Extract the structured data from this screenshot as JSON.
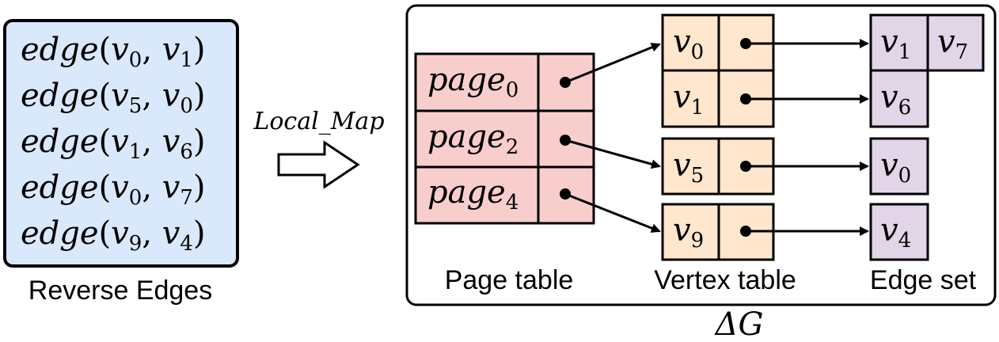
{
  "reverse_edges": {
    "items": [
      {
        "fn": "edge",
        "a": "v",
        "a_sub": "0",
        "b": "v",
        "b_sub": "1"
      },
      {
        "fn": "edge",
        "a": "v",
        "a_sub": "5",
        "b": "v",
        "b_sub": "0"
      },
      {
        "fn": "edge",
        "a": "v",
        "a_sub": "1",
        "b": "v",
        "b_sub": "6"
      },
      {
        "fn": "edge",
        "a": "v",
        "a_sub": "0",
        "b": "v",
        "b_sub": "7"
      },
      {
        "fn": "edge",
        "a": "v",
        "a_sub": "9",
        "b": "v",
        "b_sub": "4"
      }
    ],
    "caption": "Reverse Edges"
  },
  "transform": {
    "label": "Local_Map"
  },
  "delta_g": {
    "label": "ΔG",
    "captions": {
      "page_table": "Page table",
      "vertex_table": "Vertex table",
      "edge_set": "Edge set"
    },
    "page_table": [
      {
        "name": "page",
        "sub": "0"
      },
      {
        "name": "page",
        "sub": "2"
      },
      {
        "name": "page",
        "sub": "4"
      }
    ],
    "vertex_table": [
      {
        "name": "v",
        "sub": "0"
      },
      {
        "name": "v",
        "sub": "1"
      },
      {
        "name": "v",
        "sub": "5"
      },
      {
        "name": "v",
        "sub": "9"
      }
    ],
    "edge_set": [
      [
        {
          "name": "v",
          "sub": "1"
        },
        {
          "name": "v",
          "sub": "7"
        }
      ],
      [
        {
          "name": "v",
          "sub": "6"
        }
      ],
      [
        {
          "name": "v",
          "sub": "0"
        }
      ],
      [
        {
          "name": "v",
          "sub": "4"
        }
      ]
    ]
  },
  "colors": {
    "reverse_edges_fill": "#dae8fc",
    "page_fill": "#f8cecc",
    "vertex_fill": "#ffe6cc",
    "edge_fill": "#e1d5e7",
    "stroke": "#000000"
  }
}
